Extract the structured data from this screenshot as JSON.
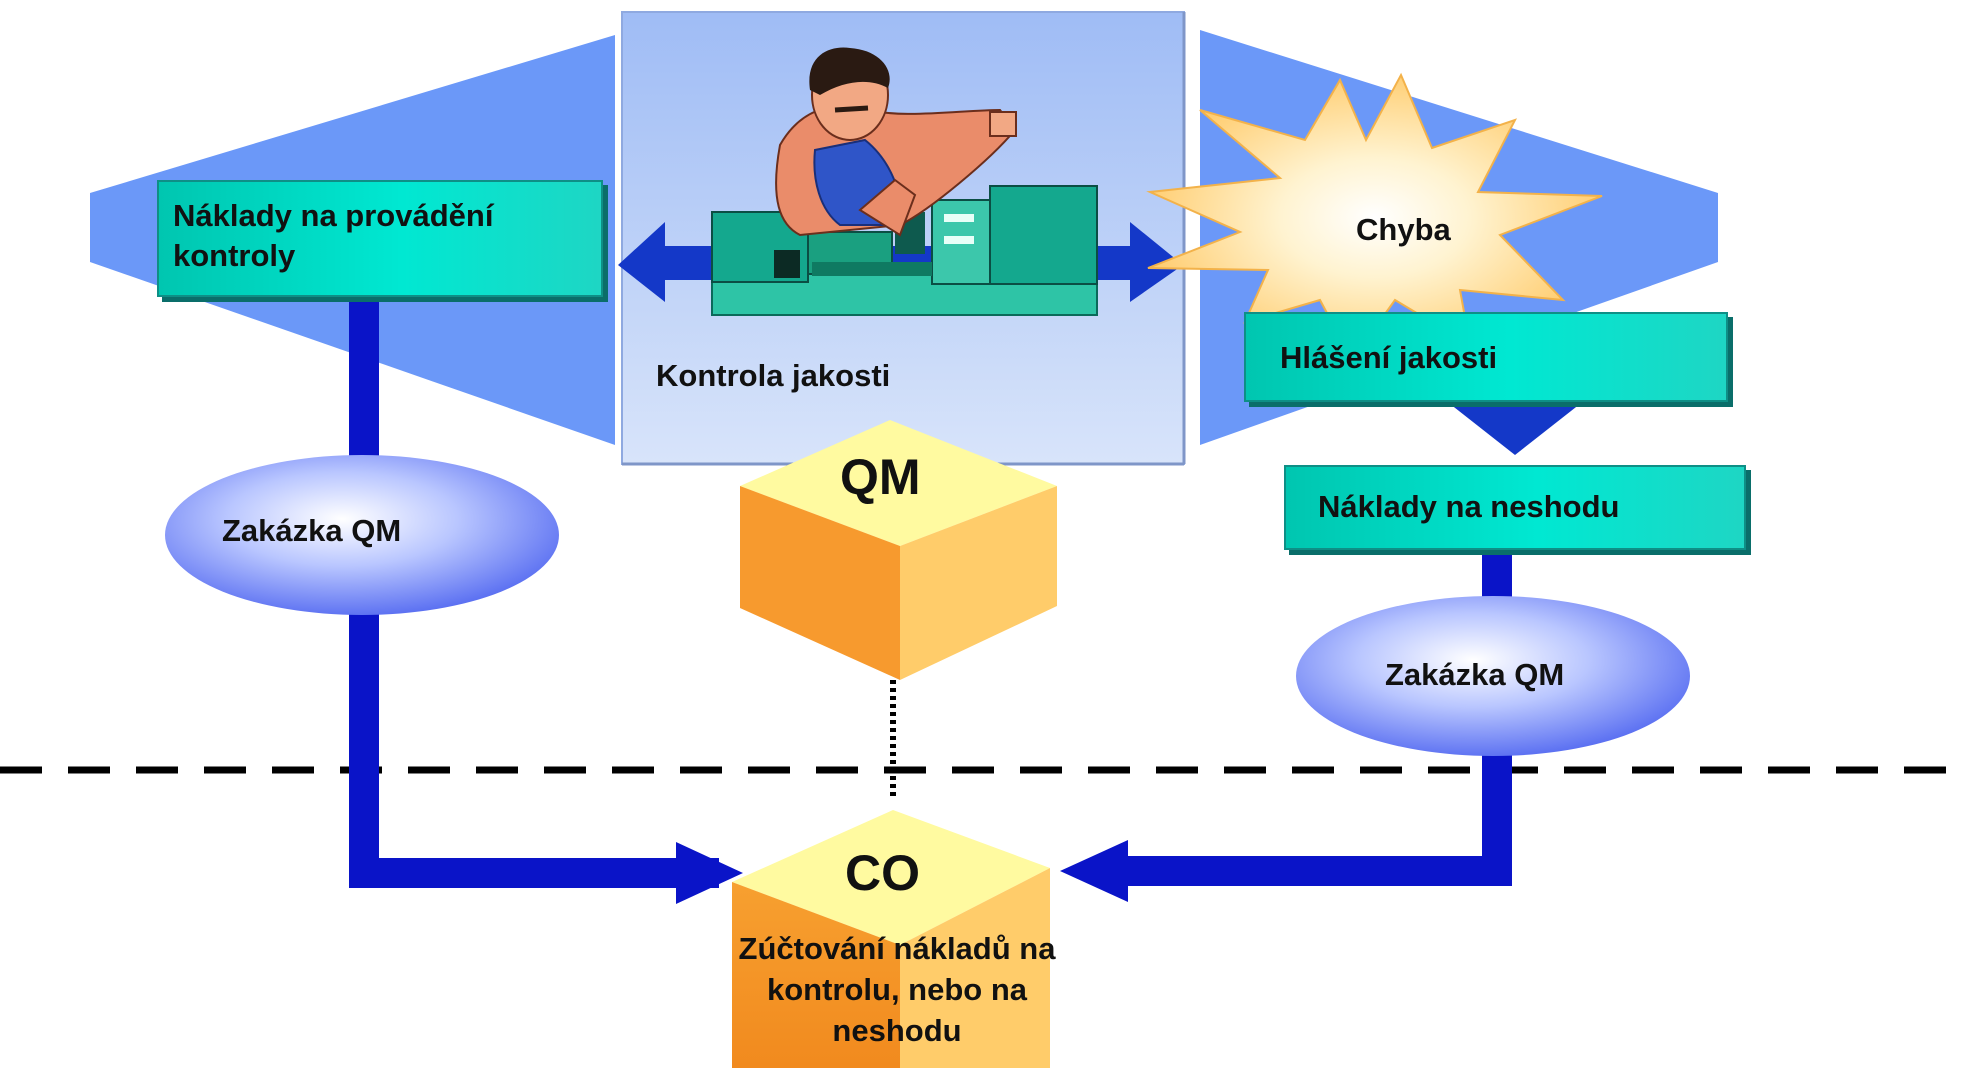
{
  "labels": {
    "inspection_costs": "Náklady na provádění kontroly",
    "quality_inspection": "Kontrola jakosti",
    "error": "Chyba",
    "quality_notification": "Hlášení jakosti",
    "nonconformity_costs": "Náklady na neshodu",
    "qm_order_left": "Zakázka QM",
    "qm_order_right": "Zakázka QM",
    "qm_cube": "QM",
    "co_cube": "CO",
    "settlement": "Zúčtování nákladů na kontrolu, nebo na neshodu"
  },
  "colors": {
    "flow_blue": "#0a14c8",
    "funnel_blue": "#6b98f8",
    "panel_blue": "#aac4f6",
    "teal_box": "#00e0cc",
    "cube_orange": "#f79a2e",
    "cube_yellow": "#fffaa0",
    "starburst": "#ffd27a"
  }
}
